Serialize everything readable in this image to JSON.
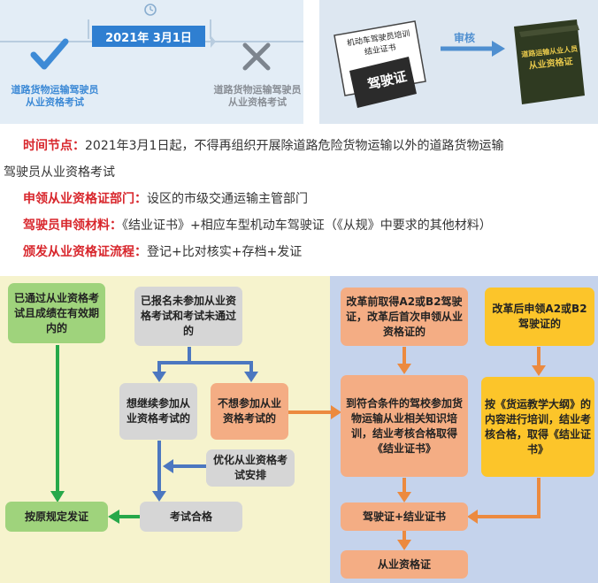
{
  "banner": {
    "date_label": "2021年 3月1日",
    "left_caption_1": "道路货物运输驾驶员",
    "left_caption_2": "从业资格考试",
    "right_caption_1": "道路货物运输驾驶员",
    "right_caption_2": "从业资格考试",
    "cert_line_1": "机动车驾驶员培训",
    "cert_line_2": "结业证书",
    "license_label": "驾驶证",
    "review_label": "审核",
    "book_line_1": "道路运输从业人员",
    "book_line_2": "从业资格证"
  },
  "info": {
    "time_label": "时间节点：",
    "time_text": "2021年3月1日起，不得再组织开展除道路危险货物运输以外的道路货物运输",
    "time_text_2": "驾驶员从业资格考试",
    "dept_label": "申领从业资格证部门：",
    "dept_text": "设区的市级交通运输主管部门",
    "material_label": "驾驶员申领材料：",
    "material_text": "《结业证书》+相应车型机动车驾驶证（《从规》中要求的其他材料）",
    "process_label": "颁发从业资格证流程：",
    "process_text": "登记+比对核实+存档+发证"
  },
  "flow": {
    "passed": "已通过从业资格考试且成绩在有效期内的",
    "registered": "已报名未参加从业资格考试和考试未通过的",
    "continue": "想继续参加从业资格考试的",
    "not_continue": "不想参加从业资格考试的",
    "optimize": "优化从业资格考试安排",
    "exam_pass": "考试合格",
    "issue": "按原规定发证",
    "before_reform": "改革前取得A2或B2驾驶证，改革后首次申领从业资格证的",
    "after_reform": "改革后申领A2或B2驾驶证的",
    "train_school": "到符合条件的驾校参加货物运输从业相关知识培训，结业考核合格取得《结业证书》",
    "train_outline": "按《货运教学大纲》的内容进行培训，结业考核合格，取得《结业证书》",
    "license_plus_cert": "驾驶证+结业证书",
    "qualification": "从业资格证"
  }
}
